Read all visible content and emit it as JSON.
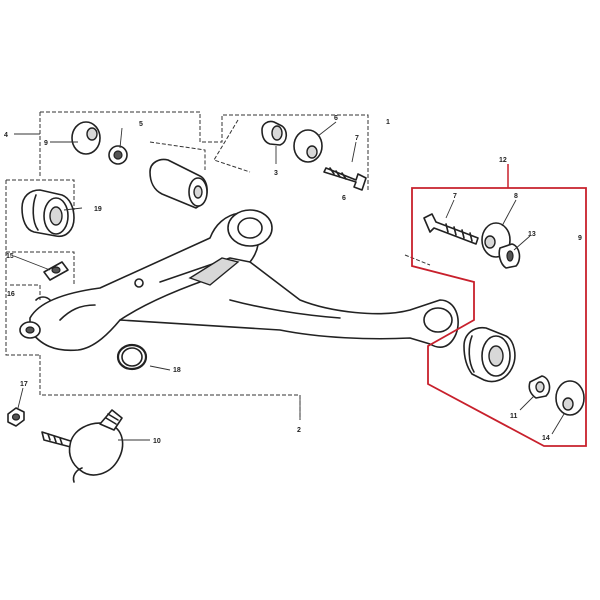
{
  "callouts": {
    "n1": "1",
    "n2": "2",
    "n3": "3",
    "n4": "4",
    "n5": "5",
    "n6a": "6",
    "n6b": "6",
    "n7a": "7",
    "n7b": "7",
    "n8": "8",
    "n9a": "9",
    "n9b": "9",
    "n10": "10",
    "n11": "11",
    "n12": "12",
    "n13": "13",
    "n14": "14",
    "n15": "15",
    "n16": "16",
    "n17": "17",
    "n18": "18",
    "n19": "19"
  },
  "colors": {
    "line": "#222222",
    "kit_outline": "#c8202c",
    "fill": "#ffffff",
    "shade": "#d8d8d8"
  }
}
